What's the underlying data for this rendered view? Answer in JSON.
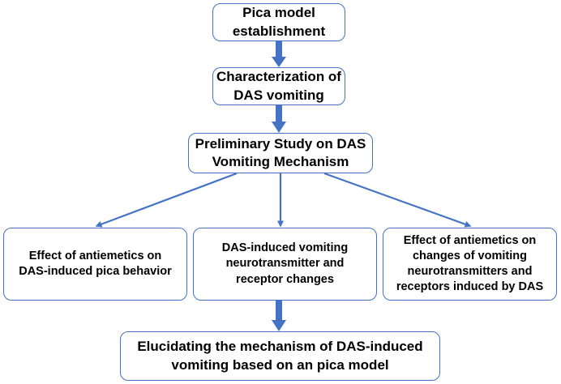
{
  "boxes": {
    "pica_model": "Pica model\nestablishment",
    "characterization": "Characterization of\nDAS vomiting",
    "preliminary": "Preliminary Study on DAS\nVomiting Mechanism",
    "effect_antiemetics_pica": "Effect of antiemetics on\nDAS-induced pica behavior",
    "neurotransmitter_changes": "DAS-induced vomiting\nneurotransmitter and\nreceptor changes",
    "effect_antiemetics_neuro": "Effect of antiemetics on\nchanges of vomiting\nneurotransmitters and\nreceptors induced by DAS",
    "elucidating": "Elucidating the mechanism of DAS-induced\nvomiting based on an pica model"
  },
  "colors": {
    "border": "#4472c4",
    "arrow": "#4472c4",
    "text": "#000000"
  }
}
